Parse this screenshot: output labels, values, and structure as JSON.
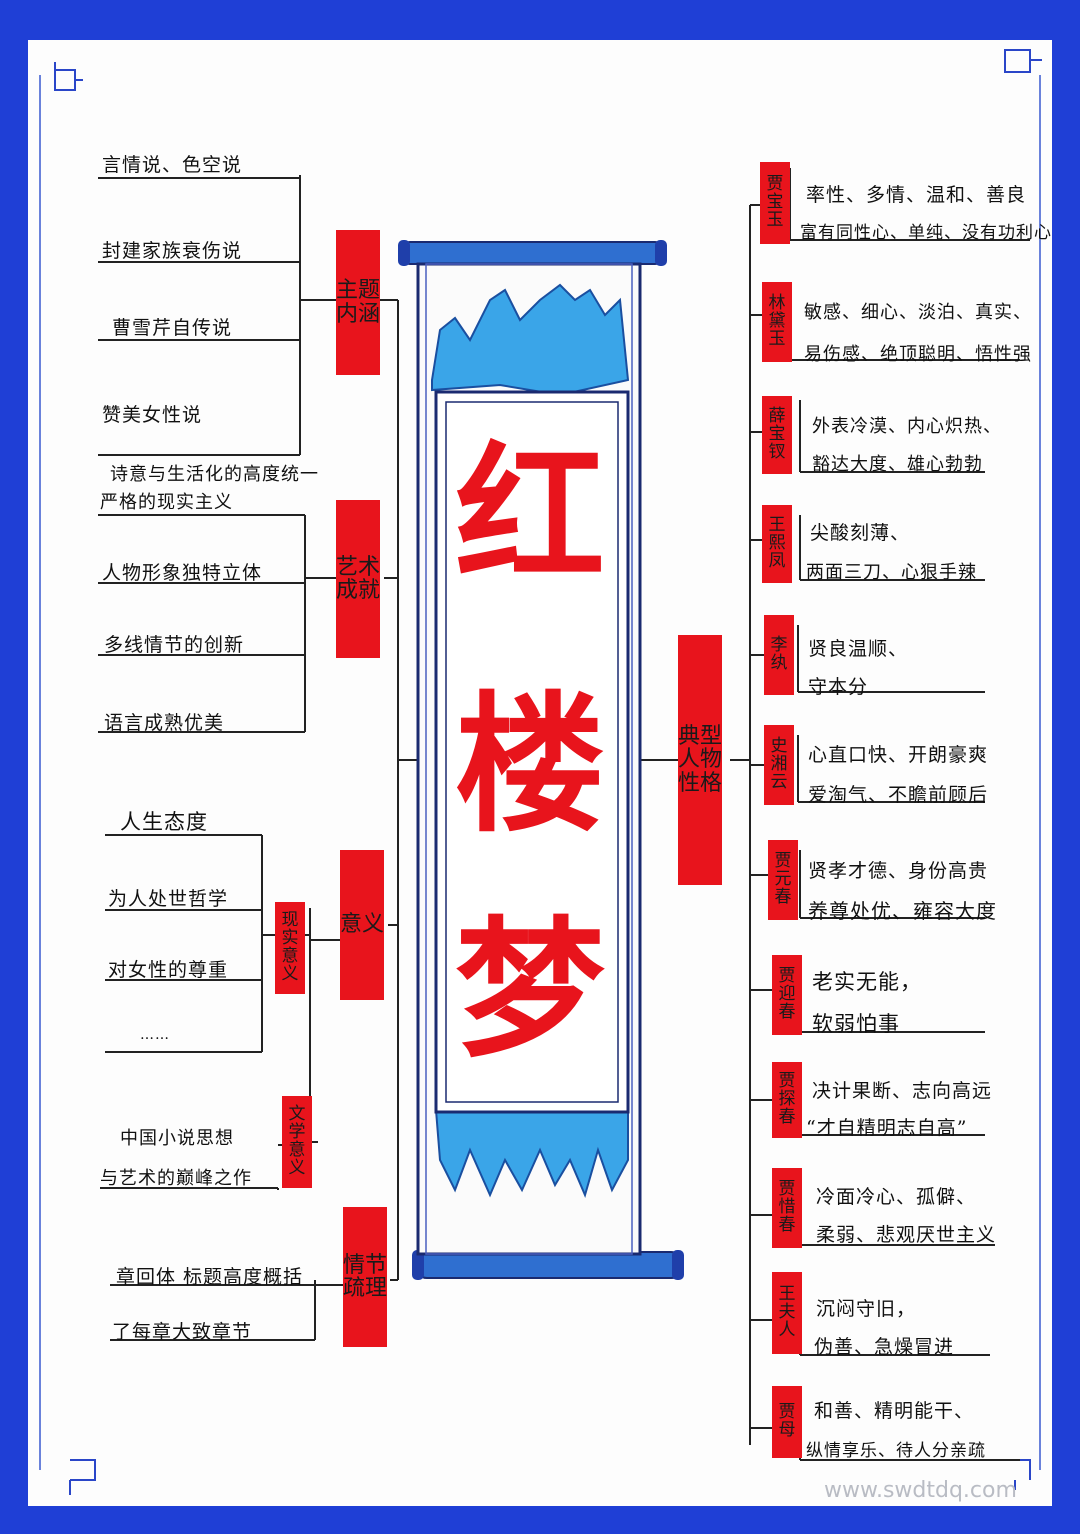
{
  "title_chars": [
    "红",
    "楼",
    "梦"
  ],
  "colors": {
    "border": "#1f3fd6",
    "label_red": "#e8141c",
    "title_red": "#e8141c",
    "water_blue": "#3aa5e8"
  },
  "left": {
    "theme": {
      "label": "主题内涵",
      "items": [
        "言情说、色空说",
        "封建家族衰伤说",
        "曹雪芹自传说",
        "赞美女性说"
      ]
    },
    "art": {
      "label": "艺术成就",
      "items": [
        "诗意与生活化的高度统一",
        "严格的现实主义",
        "人物形象独特立体",
        "多线情节的创新",
        "语言成熟优美"
      ]
    },
    "meaning": {
      "label": "意义",
      "real": {
        "label": "现实意义",
        "items": [
          "人生态度",
          "为人处世哲学",
          "对女性的尊重",
          "……"
        ]
      },
      "literary": {
        "label": "文学意义",
        "items": [
          "中国小说思想",
          "与艺术的巅峰之作"
        ]
      }
    },
    "plot": {
      "label": "情节疏理",
      "items": [
        "章回体 标题高度概括",
        "了每章大致章节"
      ]
    }
  },
  "right": {
    "label": "典型人物性格",
    "characters": [
      {
        "name": "贾宝玉",
        "lines": [
          "率性、多情、温和、善良",
          "富有同性心、单纯、没有功利心"
        ]
      },
      {
        "name": "林黛玉",
        "lines": [
          "敏感、细心、淡泊、真实、",
          "易伤感、绝顶聪明、悟性强"
        ]
      },
      {
        "name": "薛宝钗",
        "lines": [
          "外表冷漠、内心炽热、",
          "豁达大度、雄心勃勃"
        ]
      },
      {
        "name": "王熙凤",
        "lines": [
          "尖酸刻薄、",
          "两面三刀、心狠手辣"
        ]
      },
      {
        "name": "李纨",
        "lines": [
          "贤良温顺、",
          "守本分"
        ]
      },
      {
        "name": "史湘云",
        "lines": [
          "心直口快、开朗豪爽",
          "爱淘气、不瞻前顾后"
        ]
      },
      {
        "name": "贾元春",
        "lines": [
          "贤孝才德、身份高贵",
          "养尊处优、雍容大度"
        ]
      },
      {
        "name": "贾迎春",
        "lines": [
          "老实无能，",
          "软弱怕事"
        ]
      },
      {
        "name": "贾探春",
        "lines": [
          "决计果断、志向高远",
          "“才自精明志自高”"
        ]
      },
      {
        "name": "贾惜春",
        "lines": [
          "冷面冷心、孤僻、",
          "柔弱、悲观厌世主义"
        ]
      },
      {
        "name": "王夫人",
        "lines": [
          "沉闷守旧，",
          "伪善、急燥冒进"
        ]
      },
      {
        "name": "贾母",
        "lines": [
          "和善、精明能干、",
          "纵情享乐、待人分亲疏"
        ]
      }
    ]
  },
  "watermark": "www.swdtdq.com"
}
